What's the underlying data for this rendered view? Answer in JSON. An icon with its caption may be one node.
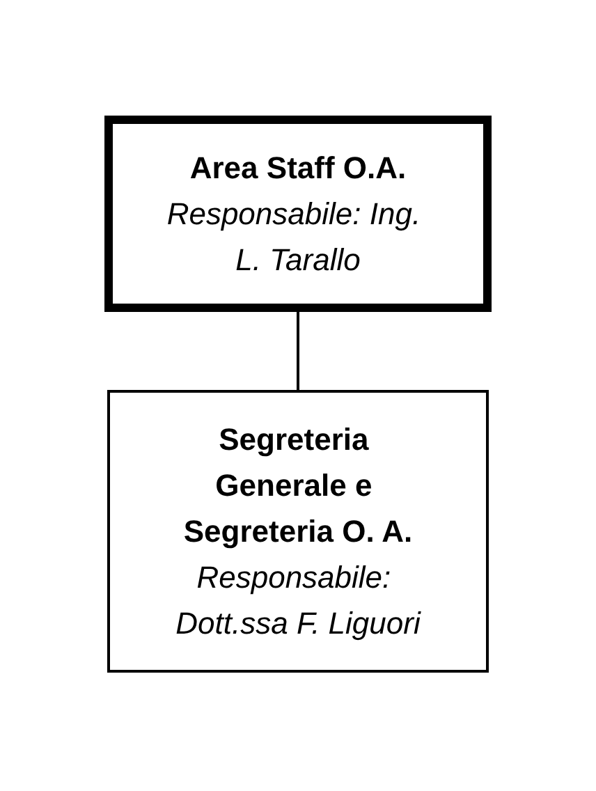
{
  "diagram": {
    "nodes": [
      {
        "text": [
          "Area Staff O.A.",
          "Responsabile: Ing. L. Tarallo"
        ]
      },
      {
        "text": [
          "Segreteria Generale e Segreteria O. A.",
          "Responsabile: Dott.ssa F. Liguori"
        ]
      }
    ],
    "edges": [
      {
        "from": 0,
        "to": 1,
        "arrow": "none"
      }
    ]
  }
}
